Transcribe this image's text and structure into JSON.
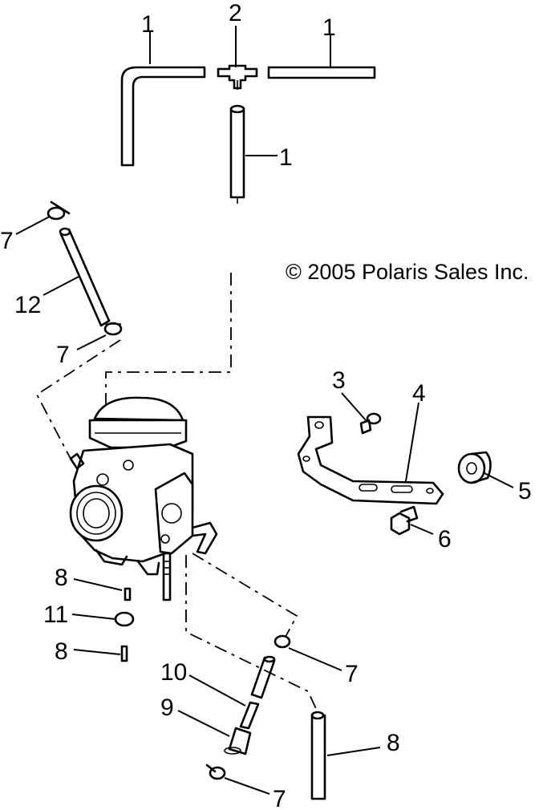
{
  "copyright": "© 2005 Polaris Sales Inc.",
  "callouts": {
    "c1a": "1",
    "c1b": "1",
    "c1c": "1",
    "c2": "2",
    "c3": "3",
    "c4": "4",
    "c5": "5",
    "c6": "6",
    "c7a": "7",
    "c7b": "7",
    "c7c": "7",
    "c7d": "7",
    "c8a": "8",
    "c8b": "8",
    "c8c": "8",
    "c9": "9",
    "c10": "10",
    "c11": "11",
    "c12": "12"
  }
}
